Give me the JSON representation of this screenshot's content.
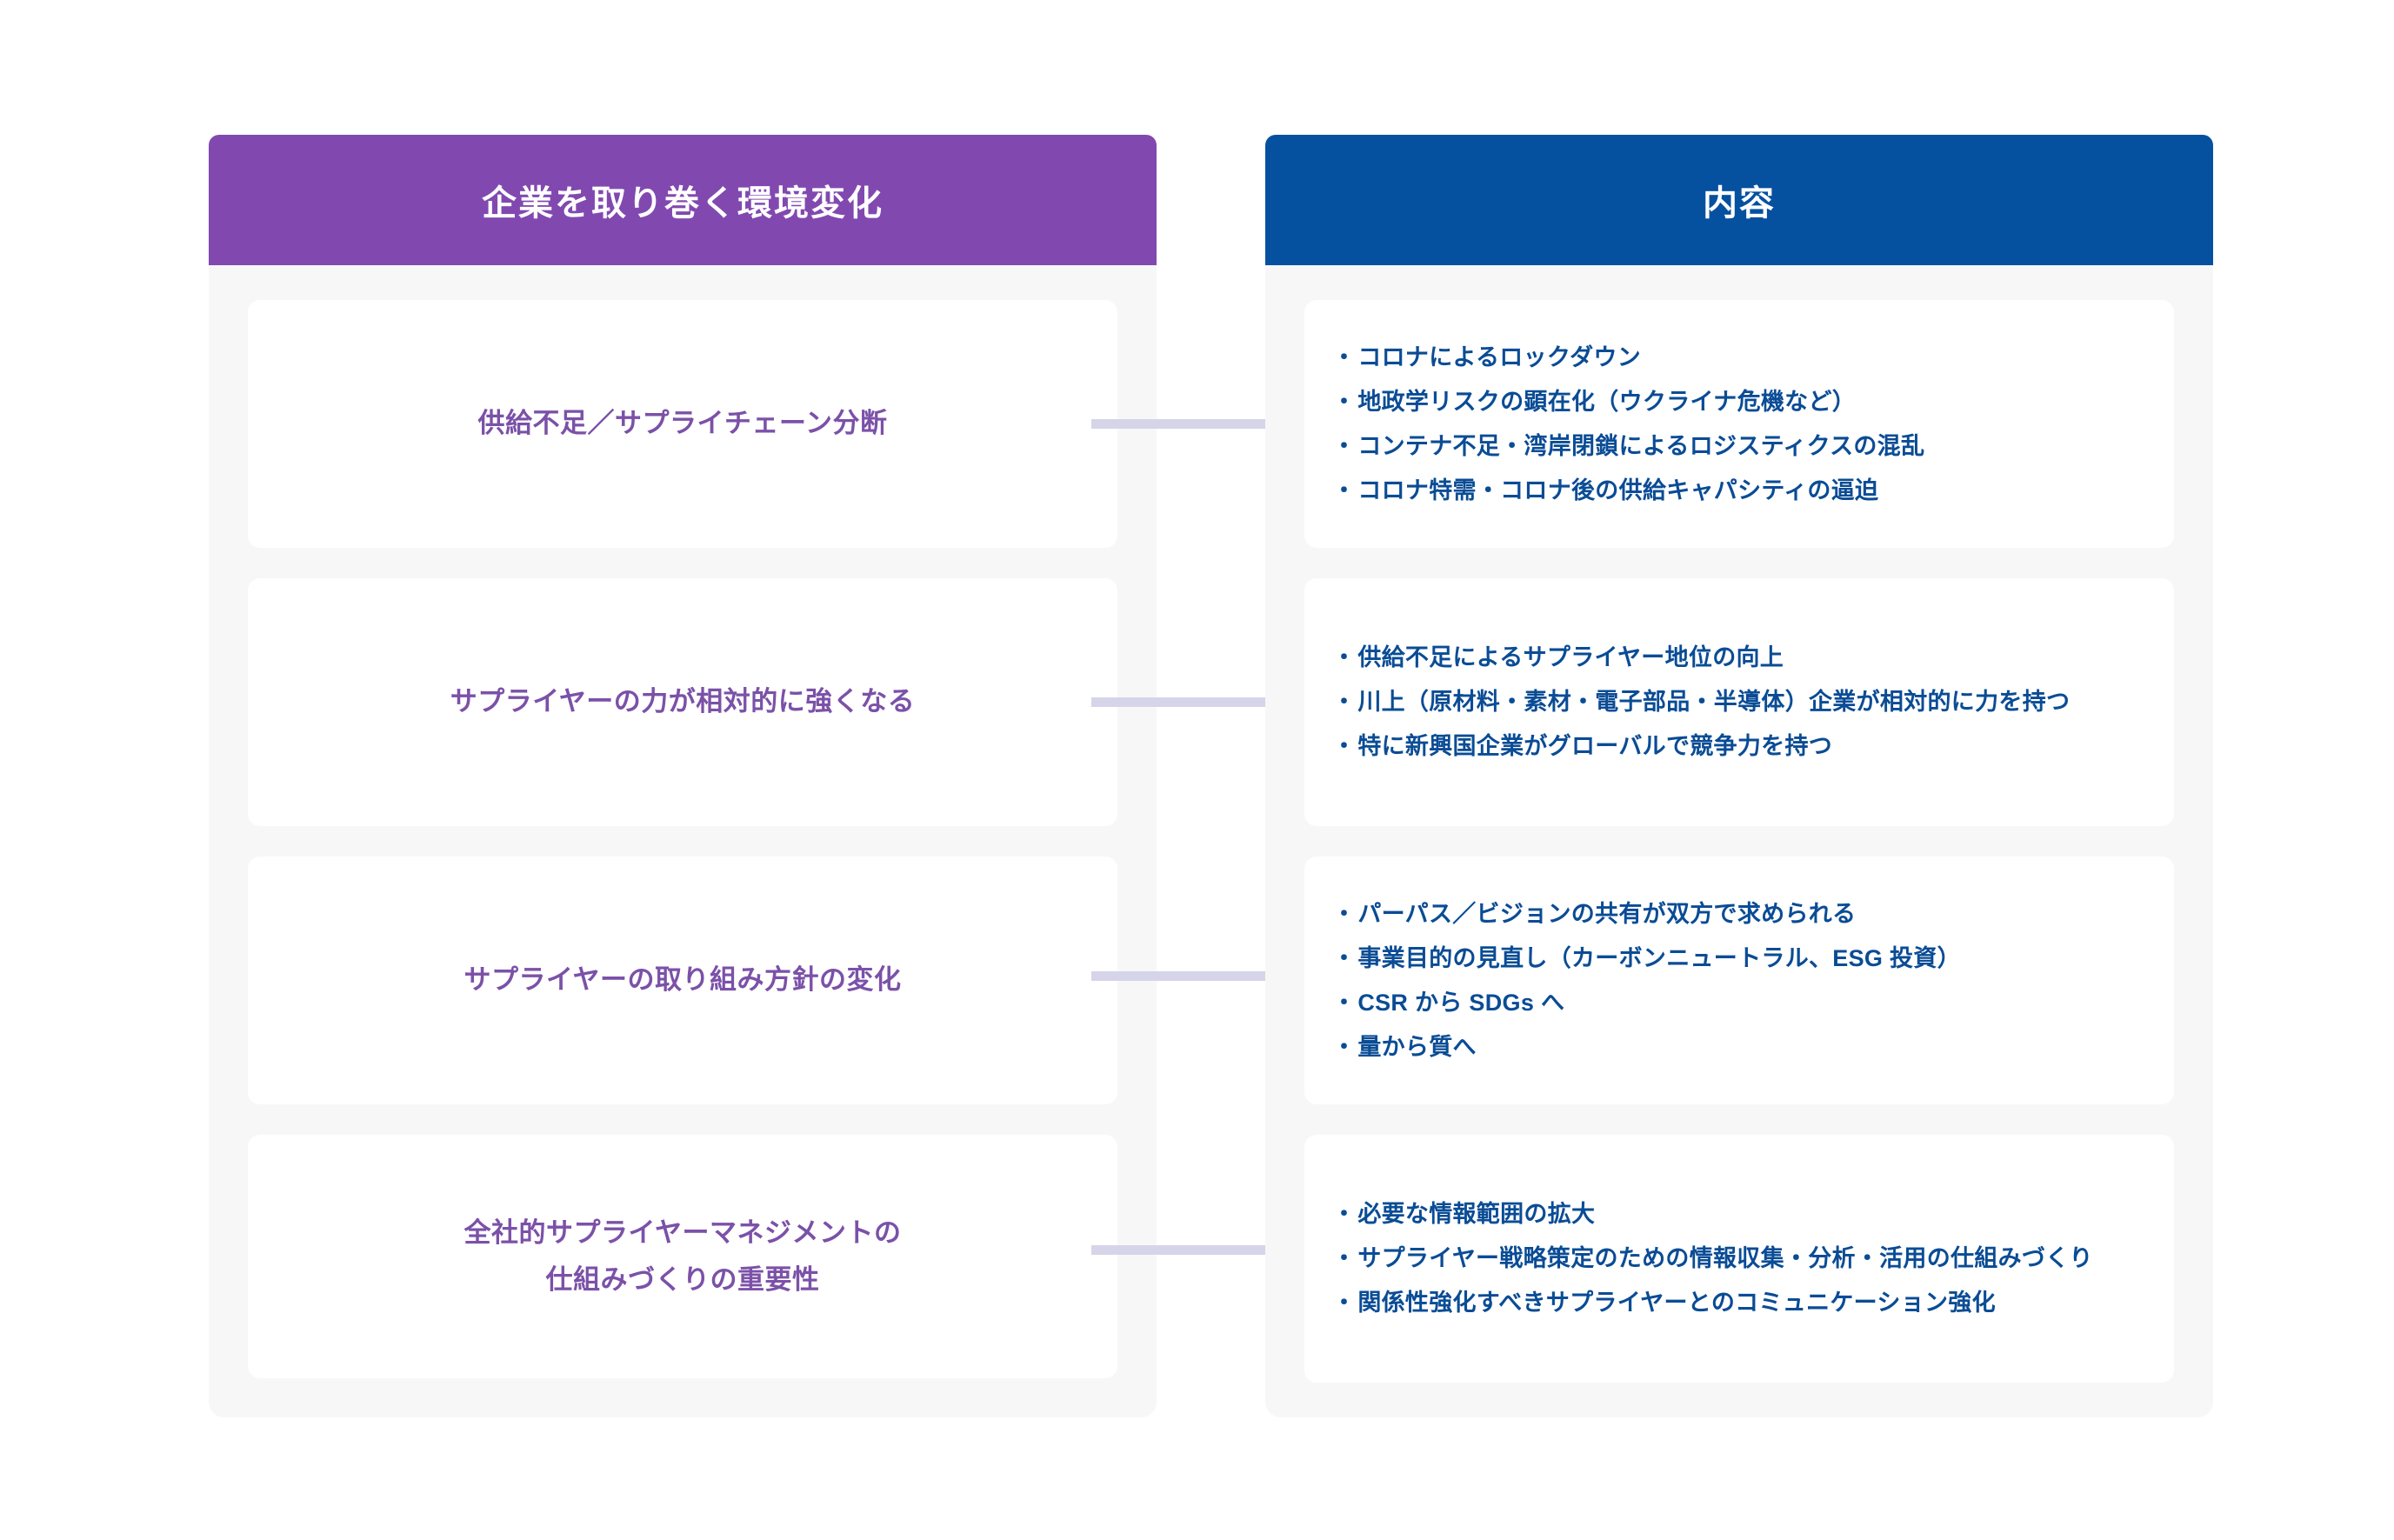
{
  "diagram": {
    "colors": {
      "header_left": "#8149b0",
      "header_right": "#0650a0",
      "text_left": "#7b51a8",
      "text_right": "#0a4c95",
      "connector": "#d6d4e9",
      "panel_bg": "#f7f7f8",
      "card_bg": "#ffffff"
    },
    "left_column": {
      "header": "企業を取り巻く環境変化",
      "items": [
        {
          "label": "供給不足／サプライチェーン分断"
        },
        {
          "label": "サプライヤーの力が相対的に強くなる"
        },
        {
          "label": "サプライヤーの取り組み方針の変化"
        },
        {
          "label": "全社的サプライヤーマネジメントの\n仕組みづくりの重要性"
        }
      ]
    },
    "right_column": {
      "header": "内容",
      "bullet_marker": "・",
      "items": [
        {
          "bullets": [
            "コロナによるロックダウン",
            "地政学リスクの顕在化（ウクライナ危機など）",
            "コンテナ不足・湾岸閉鎖によるロジスティクスの混乱",
            "コロナ特需・コロナ後の供給キャパシティの逼迫"
          ]
        },
        {
          "bullets": [
            "供給不足によるサプライヤー地位の向上",
            "川上（原材料・素材・電子部品・半導体）企業が相対的に力を持つ",
            "特に新興国企業がグローバルで競争力を持つ"
          ]
        },
        {
          "bullets": [
            "パーパス／ビジョンの共有が双方で求められる",
            "事業目的の見直し（カーボンニュートラル、ESG 投資）",
            "CSR から SDGs へ",
            "量から質へ"
          ]
        },
        {
          "bullets": [
            "必要な情報範囲の拡大",
            "サプライヤー戦略策定のための情報収集・分析・活用の仕組みづくり",
            "関係性強化すべきサプライヤーとのコミュニケーション強化"
          ]
        }
      ]
    }
  }
}
